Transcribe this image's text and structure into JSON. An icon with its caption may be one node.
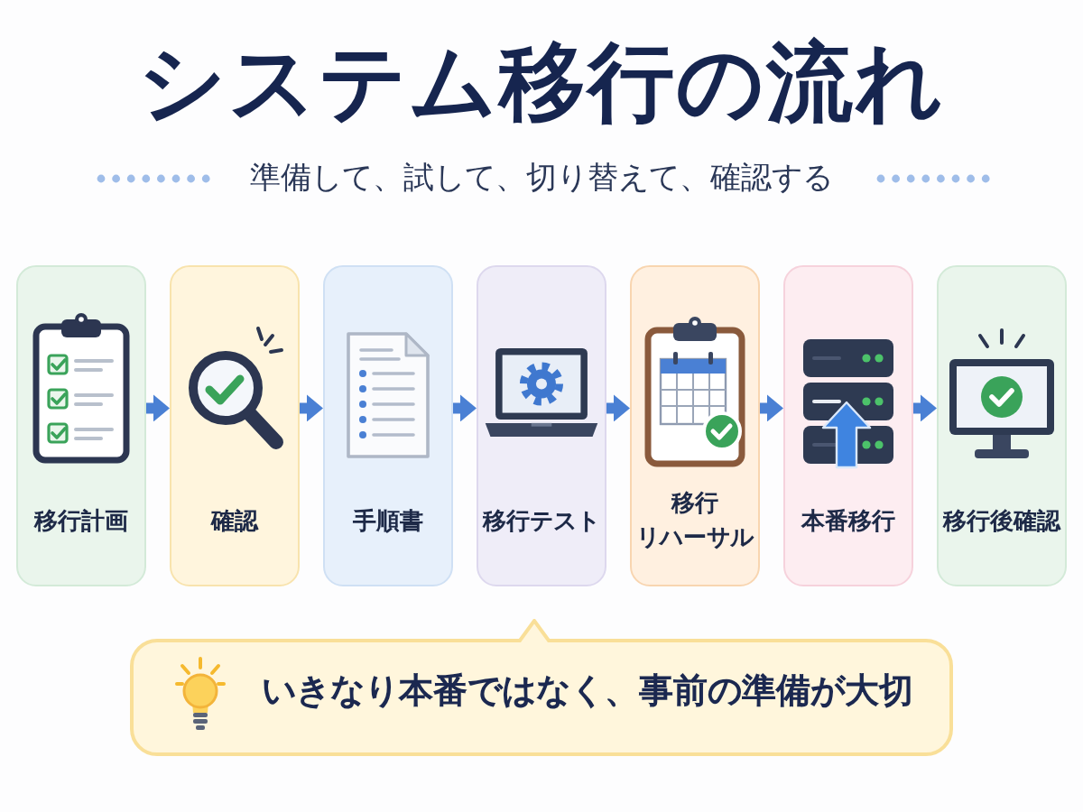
{
  "diagram": {
    "title": "システム移行の流れ",
    "nodes": [
      {
        "text": [
          "移行計画"
        ]
      },
      {
        "text": [
          "確認"
        ]
      },
      {
        "text": [
          "手順書"
        ]
      },
      {
        "text": [
          "移行テスト"
        ]
      },
      {
        "text": [
          "移行リハーサル"
        ]
      },
      {
        "text": [
          "本番移行"
        ]
      },
      {
        "text": [
          "移行後確認"
        ]
      },
      {
        "text": [
          "いきなり本番ではなく、事前の準備が大切"
        ]
      }
    ],
    "edges": [
      {
        "from": 0,
        "to": 1,
        "arrow": "to"
      },
      {
        "from": 1,
        "to": 2,
        "arrow": "to"
      },
      {
        "from": 2,
        "to": 3,
        "arrow": "to"
      },
      {
        "from": 3,
        "to": 4,
        "arrow": "to"
      },
      {
        "from": 4,
        "to": 5,
        "arrow": "to"
      },
      {
        "from": 5,
        "to": 6,
        "arrow": "to"
      }
    ],
    "labels": [
      "準備して、試して、切り替えて、確認する"
    ]
  }
}
